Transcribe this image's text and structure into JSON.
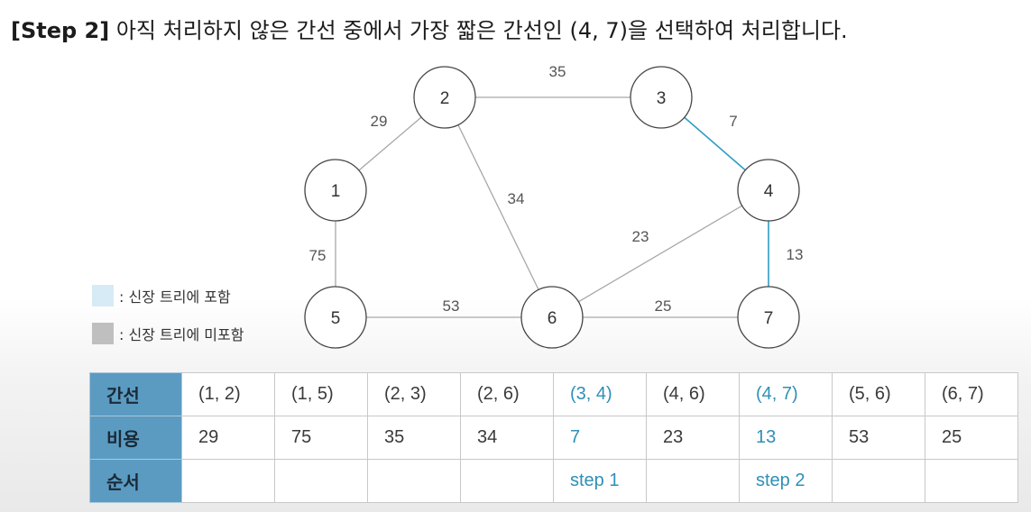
{
  "title": {
    "step": "[Step 2]",
    "text": " 아직 처리하지 않은 간선 중에서 가장 짧은 간선인 (4, 7)을 선택하여 처리합니다."
  },
  "colors": {
    "included": "#2f9dc4",
    "excluded": "#a8a8a8",
    "legend_included": "#d6ebf5",
    "legend_excluded": "#bfbfbf",
    "header": "#5b9bc2"
  },
  "graph": {
    "nodes": [
      {
        "id": "1",
        "label": "1"
      },
      {
        "id": "2",
        "label": "2"
      },
      {
        "id": "3",
        "label": "3"
      },
      {
        "id": "4",
        "label": "4"
      },
      {
        "id": "5",
        "label": "5"
      },
      {
        "id": "6",
        "label": "6"
      },
      {
        "id": "7",
        "label": "7"
      }
    ],
    "edges": [
      {
        "from": "1",
        "to": "2",
        "weight": "29",
        "included": false
      },
      {
        "from": "2",
        "to": "3",
        "weight": "35",
        "included": false
      },
      {
        "from": "3",
        "to": "4",
        "weight": "7",
        "included": true
      },
      {
        "from": "2",
        "to": "6",
        "weight": "34",
        "included": false
      },
      {
        "from": "1",
        "to": "5",
        "weight": "75",
        "included": false
      },
      {
        "from": "4",
        "to": "6",
        "weight": "23",
        "included": false
      },
      {
        "from": "4",
        "to": "7",
        "weight": "13",
        "included": true
      },
      {
        "from": "5",
        "to": "6",
        "weight": "53",
        "included": false
      },
      {
        "from": "6",
        "to": "7",
        "weight": "25",
        "included": false
      }
    ]
  },
  "legend": {
    "included": ": 신장 트리에 포함",
    "excluded": ": 신장 트리에 미포함"
  },
  "table": {
    "row_headers": [
      "간선",
      "비용",
      "순서"
    ],
    "columns": [
      {
        "edge": "(1, 2)",
        "cost": "29",
        "order": "",
        "selected": false
      },
      {
        "edge": "(1, 5)",
        "cost": "75",
        "order": "",
        "selected": false
      },
      {
        "edge": "(2, 3)",
        "cost": "35",
        "order": "",
        "selected": false
      },
      {
        "edge": "(2, 6)",
        "cost": "34",
        "order": "",
        "selected": false
      },
      {
        "edge": "(3, 4)",
        "cost": "7",
        "order": "step 1",
        "selected": true
      },
      {
        "edge": "(4, 6)",
        "cost": "23",
        "order": "",
        "selected": false
      },
      {
        "edge": "(4, 7)",
        "cost": "13",
        "order": "step 2",
        "selected": true
      },
      {
        "edge": "(5, 6)",
        "cost": "53",
        "order": "",
        "selected": false
      },
      {
        "edge": "(6, 7)",
        "cost": "25",
        "order": "",
        "selected": false
      }
    ]
  }
}
